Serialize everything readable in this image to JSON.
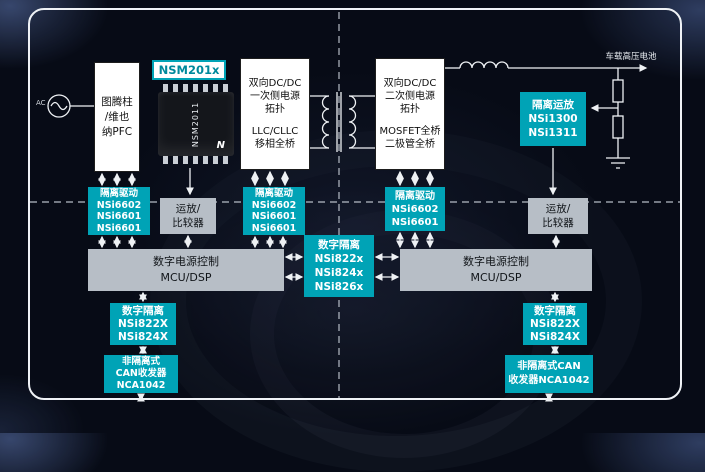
{
  "colors": {
    "teal": "#00a3b6",
    "gray": "#b7bec6",
    "frame": "#eff2f6",
    "background": "#070b16"
  },
  "labels": {
    "ac_source": "AC",
    "battery": "车载高压电池"
  },
  "chip": {
    "badge": "NSM201x",
    "part": "NSM2011",
    "logo": "N"
  },
  "blocks": {
    "pfc": {
      "lines": [
        "图腾柱",
        "/维也",
        "纳PFC"
      ]
    },
    "dcdc_primary": {
      "lines": [
        "双向DC/DC",
        "一次侧电源",
        "拓扑",
        "LLC/CLLC",
        "移相全桥"
      ]
    },
    "dcdc_secondary": {
      "lines": [
        "双向DC/DC",
        "二次侧电源",
        "拓扑",
        "MOSFET全桥",
        "二极管全桥"
      ]
    },
    "iso_amp": {
      "lines": [
        "隔离运放",
        "NSi1300",
        "NSi1311"
      ]
    },
    "driver_pfc": {
      "lines": [
        "隔离驱动",
        "NSi6602",
        "NSi6601",
        "NSi6601"
      ]
    },
    "driver_primary": {
      "lines": [
        "隔离驱动",
        "NSi6602",
        "NSi6601",
        "NSi6601"
      ]
    },
    "driver_secondary": {
      "lines": [
        "隔离驱动",
        "NSi6602",
        "NSi6601"
      ]
    },
    "opamp_left": {
      "lines": [
        "运放/",
        "比较器"
      ]
    },
    "opamp_right": {
      "lines": [
        "运放/",
        "比较器"
      ]
    },
    "mcu_left": {
      "lines": [
        "数字电源控制",
        "MCU/DSP"
      ]
    },
    "mcu_right": {
      "lines": [
        "数字电源控制",
        "MCU/DSP"
      ]
    },
    "digiso_center": {
      "lines": [
        "数字隔离",
        "NSi822x",
        "NSi824x",
        "NSi826x"
      ]
    },
    "digiso_left": {
      "lines": [
        "数字隔离",
        "NSi822X",
        "NSi824X"
      ]
    },
    "digiso_right": {
      "lines": [
        "数字隔离",
        "NSi822X",
        "NSi824X"
      ]
    },
    "can_left": {
      "lines": [
        "非隔离式",
        "CAN收发器",
        "NCA1042"
      ]
    },
    "can_right": {
      "lines": [
        "非隔离式CAN",
        "收发器NCA1042"
      ]
    }
  }
}
